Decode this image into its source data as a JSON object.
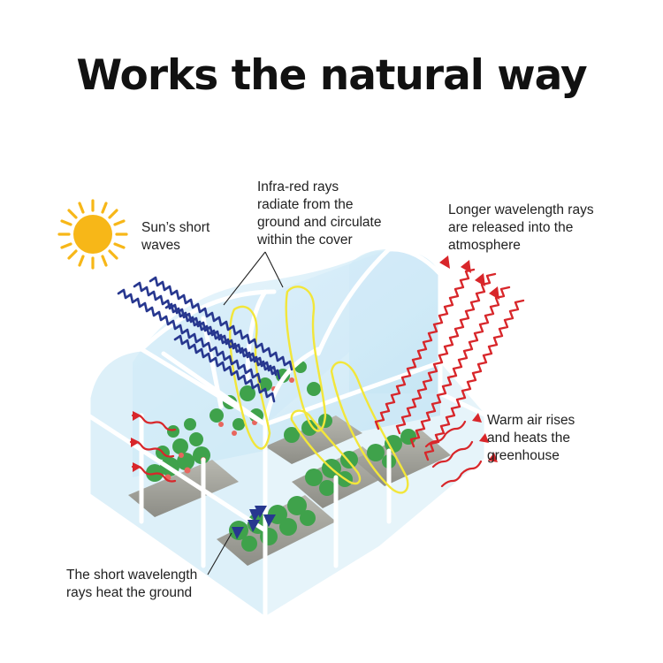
{
  "title": "Works the natural way",
  "labels": {
    "sun": [
      "Sun’s short",
      "waves"
    ],
    "infrared": [
      "Infra-red rays",
      "radiate from the",
      "ground and circulate",
      "within the cover"
    ],
    "long_wavelength": [
      "Longer wavelength rays",
      "are released into the",
      "atmosphere"
    ],
    "warm_air": [
      "Warm air rises",
      "and heats the",
      "greenhouse"
    ],
    "short_wavelength": [
      "The short wavelength",
      "rays heat the ground"
    ]
  },
  "colors": {
    "sun": "#F7B718",
    "short_waves": "#27378F",
    "infrared": "#F2E63A",
    "long_waves": "#D8262A",
    "glass": "#CFE9F7",
    "frame": "#FFFFFF",
    "plant": "#3FA24B",
    "bed": "#9B9B92"
  }
}
